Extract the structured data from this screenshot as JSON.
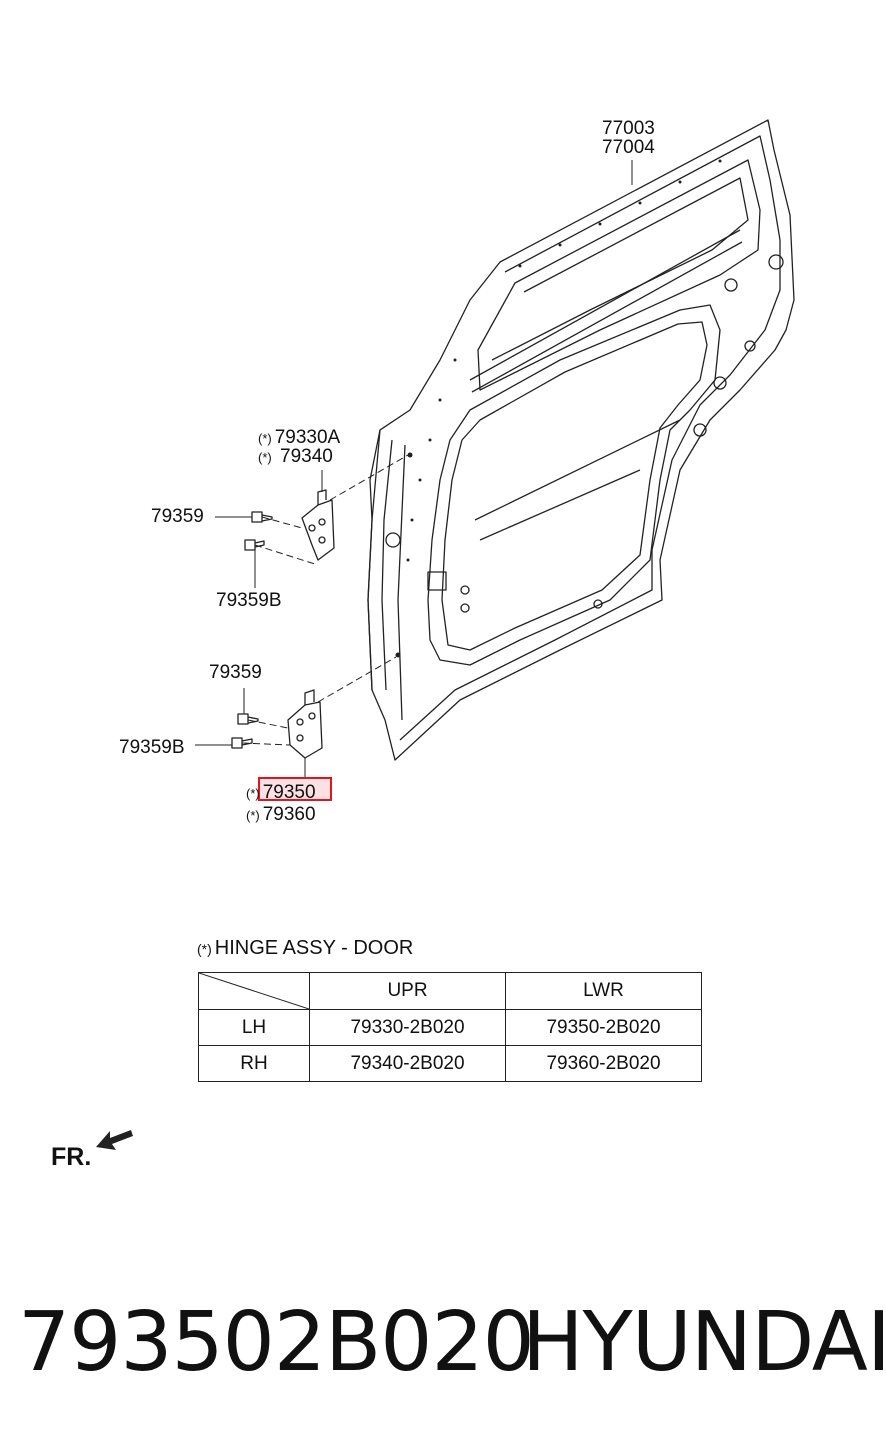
{
  "callouts": {
    "door_panel_a": "77003",
    "door_panel_b": "77004",
    "upper_hinge_a": "79330A",
    "upper_hinge_b": "79340",
    "upper_bolt": "79359",
    "upper_bolt_b": "79359B",
    "lower_bolt": "79359",
    "lower_bolt_b": "79359B",
    "lower_hinge_a": "79350",
    "lower_hinge_b": "79360",
    "asterisk": "(*)"
  },
  "hinge_table": {
    "title": "HINGE ASSY - DOOR",
    "columns": [
      "UPR",
      "LWR"
    ],
    "rows": [
      {
        "side": "LH",
        "upr": "79330-2B020",
        "lwr": "79350-2B020"
      },
      {
        "side": "RH",
        "upr": "79340-2B020",
        "lwr": "79360-2B020"
      }
    ]
  },
  "front_indicator": "FR.",
  "footer": {
    "part_number": "793502B020",
    "brand": "HYUNDAI"
  },
  "colors": {
    "line": "#222222",
    "highlight_border": "#e0161e",
    "highlight_fill": "#f07882"
  }
}
